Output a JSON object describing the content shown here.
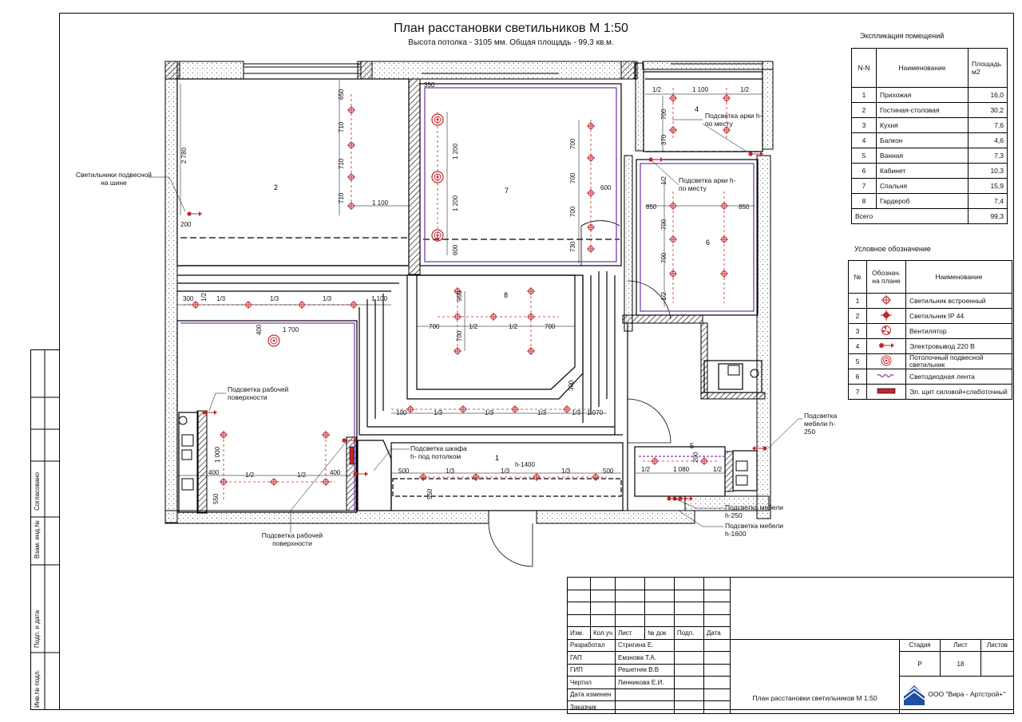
{
  "title": "План расстановки светильников М 1:50",
  "subtitle": "Высота потолка - 3105 мм. Общая площадь - 99,3 кв.м.",
  "rooms_table": {
    "caption": "Экспликация помещений",
    "headers": [
      "N-N",
      "Наименование",
      "Площадь м2"
    ],
    "rows": [
      [
        "1",
        "Прихожая",
        "16,0"
      ],
      [
        "2",
        "Гостиная-столовая",
        "30,2"
      ],
      [
        "3",
        "Кухня",
        "7,6"
      ],
      [
        "4",
        "Балкон",
        "4,6"
      ],
      [
        "5",
        "Ванная",
        "7,3"
      ],
      [
        "6",
        "Кабинет",
        "10,3"
      ],
      [
        "7",
        "Спальня",
        "15,9"
      ],
      [
        "8",
        "Гардероб",
        "7,4"
      ]
    ],
    "total_label": "Всего",
    "total_value": "99,3"
  },
  "legend": {
    "caption": "Условное обозначение",
    "headers": [
      "№",
      "Обознач. на плане",
      "Наименование"
    ],
    "rows": [
      {
        "n": "1",
        "icon": "recessed-light-icon",
        "name": "Светильник встроенный"
      },
      {
        "n": "2",
        "icon": "ip44-light-icon",
        "name": "Светильник IP 44"
      },
      {
        "n": "3",
        "icon": "fan-icon",
        "name": "Вентилятор"
      },
      {
        "n": "4",
        "icon": "power-outlet-icon",
        "name": "Электровывод 220 В"
      },
      {
        "n": "5",
        "icon": "pendant-light-icon",
        "name": "Потолочный подвесной светильник"
      },
      {
        "n": "6",
        "icon": "led-strip-icon",
        "name": "Светодиодная лента"
      },
      {
        "n": "7",
        "icon": "electrical-panel-icon",
        "name": "Эл. щит силовой+слаботочный"
      }
    ]
  },
  "stamp": {
    "header": [
      "Изм.",
      "Кол.уч",
      "Лист",
      "№ док",
      "Подп.",
      "Дата"
    ],
    "people": [
      {
        "role": "Разработал",
        "name": "Стригина Е."
      },
      {
        "role": "ГАП",
        "name": "Емзнова Т.А."
      },
      {
        "role": "ГИП",
        "name": "Решетняк В.В"
      },
      {
        "role": "Чертил",
        "name": "Линникова Е.И."
      },
      {
        "role": "Дата изменен",
        "name": ""
      },
      {
        "role": "Заказчик",
        "name": ""
      }
    ],
    "stage_label": "Стадия",
    "sheet_label": "Лист",
    "sheets_label": "Листов",
    "stage": "Р",
    "sheet": "18",
    "sheets": "",
    "drawing_title": "План расстановки светильников М 1:50",
    "company": "ООО \"Вира - Артстрой+\""
  },
  "side_labels": [
    "Согласовано",
    "Взам. инд.№",
    "Подп. и дата",
    "Инв.№ подл."
  ],
  "room_numbers": [
    "1",
    "2",
    "4",
    "5",
    "6",
    "7",
    "8"
  ],
  "annotations": {
    "pendant_on_rail": "Светильники подвесной на шине",
    "arch_light_1": "Подсветка арки h- по месту",
    "arch_light_2": "Подсветка арки h- по месту",
    "work_surface_1": "Подсветка рабочей поверхности",
    "work_surface_2": "Подсветка рабочей поверхности",
    "wardrobe_light": "Подсветка шкафа h- под потолком",
    "furniture_250_a": "Подсветка мебели h-250",
    "furniture_250_b": "Подсветка мебели h-250",
    "furniture_1600": "Подсветка мебели h-1600",
    "h1400": "h-1400"
  },
  "dimensions": {
    "d650": "650",
    "d710a": "710",
    "d710b": "710",
    "d710c": "710",
    "d2780": "2 780",
    "d1100a": "1 100",
    "d200": "200",
    "d350": "350",
    "d1200a": "1 200",
    "d1200b": "1 200",
    "d600a": "600",
    "d700a": "700",
    "d700b": "700",
    "d700c": "700",
    "d730": "730",
    "d600b": "600",
    "d1_2a": "1/2",
    "d1100b": "1 100",
    "d1_2b": "1/2",
    "d700d": "700",
    "d370": "370",
    "d850a": "850",
    "d850b": "850",
    "d1_2c": "1/2",
    "d700e": "700",
    "d700f": "700",
    "d1_2d": "1/2",
    "d300a": "300",
    "d1_2e": "1/2",
    "d1_3a": "1/3",
    "d1_3b": "1/3",
    "d1_3c": "1/3",
    "d1100c": "1 100",
    "d400a": "400",
    "d1700": "1 700",
    "d960": "960",
    "d700g": "700",
    "d1_2f": "1/2",
    "d1_2g": "1/2",
    "d700h": "700",
    "d700i": "700",
    "d300b": "300",
    "d100": "100",
    "d1_3d": "1/3",
    "d1_3e": "1/3",
    "d1_3f": "1/3",
    "d1_3g": "1/3",
    "d1070": "1 070",
    "d1000": "1 000",
    "d400b": "400",
    "d1_2h": "1/2",
    "d1_2i": "1/2",
    "d400c": "400",
    "d550a": "550",
    "d500a": "500",
    "d1_3h": "1/3",
    "d1_3i": "1/3",
    "d1_3j": "1/3",
    "d500b": "500",
    "d550b": "550",
    "d1_2j": "1/2",
    "d1080": "1 080",
    "d1_2k": "1/2",
    "d200b": "200"
  },
  "colors": {
    "light": "#c0282d",
    "led": "#7b3fb0",
    "wall": "#000000"
  }
}
